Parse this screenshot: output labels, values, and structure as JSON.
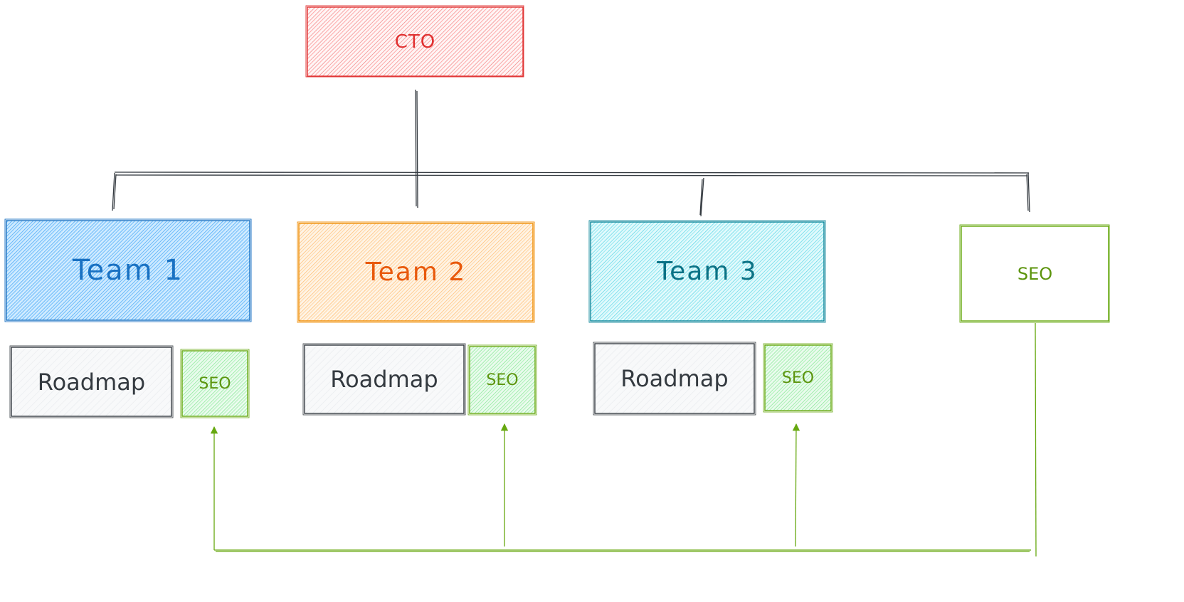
{
  "nodes": {
    "cto": {
      "label": "CTO",
      "color": "#e03131"
    },
    "teams": [
      {
        "label": "Team 1",
        "color": "#1971c2",
        "stroke": "#1971c2",
        "fill": "#a5d8ff"
      },
      {
        "label": "Team 2",
        "color": "#e8590c",
        "stroke": "#f08c00",
        "fill": "#ffd8a8"
      },
      {
        "label": "Team 3",
        "color": "#0b7285",
        "stroke": "#0c8599",
        "fill": "#99e9f2"
      }
    ],
    "roadmaps": [
      {
        "label": "Roadmap",
        "color": "#343a40"
      },
      {
        "label": "Roadmap",
        "color": "#343a40"
      },
      {
        "label": "Roadmap",
        "color": "#343a40"
      }
    ],
    "team_seo": [
      {
        "label": "SEO",
        "color": "#5c940d"
      },
      {
        "label": "SEO",
        "color": "#5c940d"
      },
      {
        "label": "SEO",
        "color": "#5c940d"
      }
    ],
    "seo_central": {
      "label": "SEO",
      "color": "#5c940d"
    }
  },
  "colors": {
    "line": "#343a40",
    "seo_line": "#66a80f",
    "seo_fill": "#b2f2bb",
    "roadmap_fill": "#f1f3f5",
    "cto_fill": "#ffc9c9"
  }
}
